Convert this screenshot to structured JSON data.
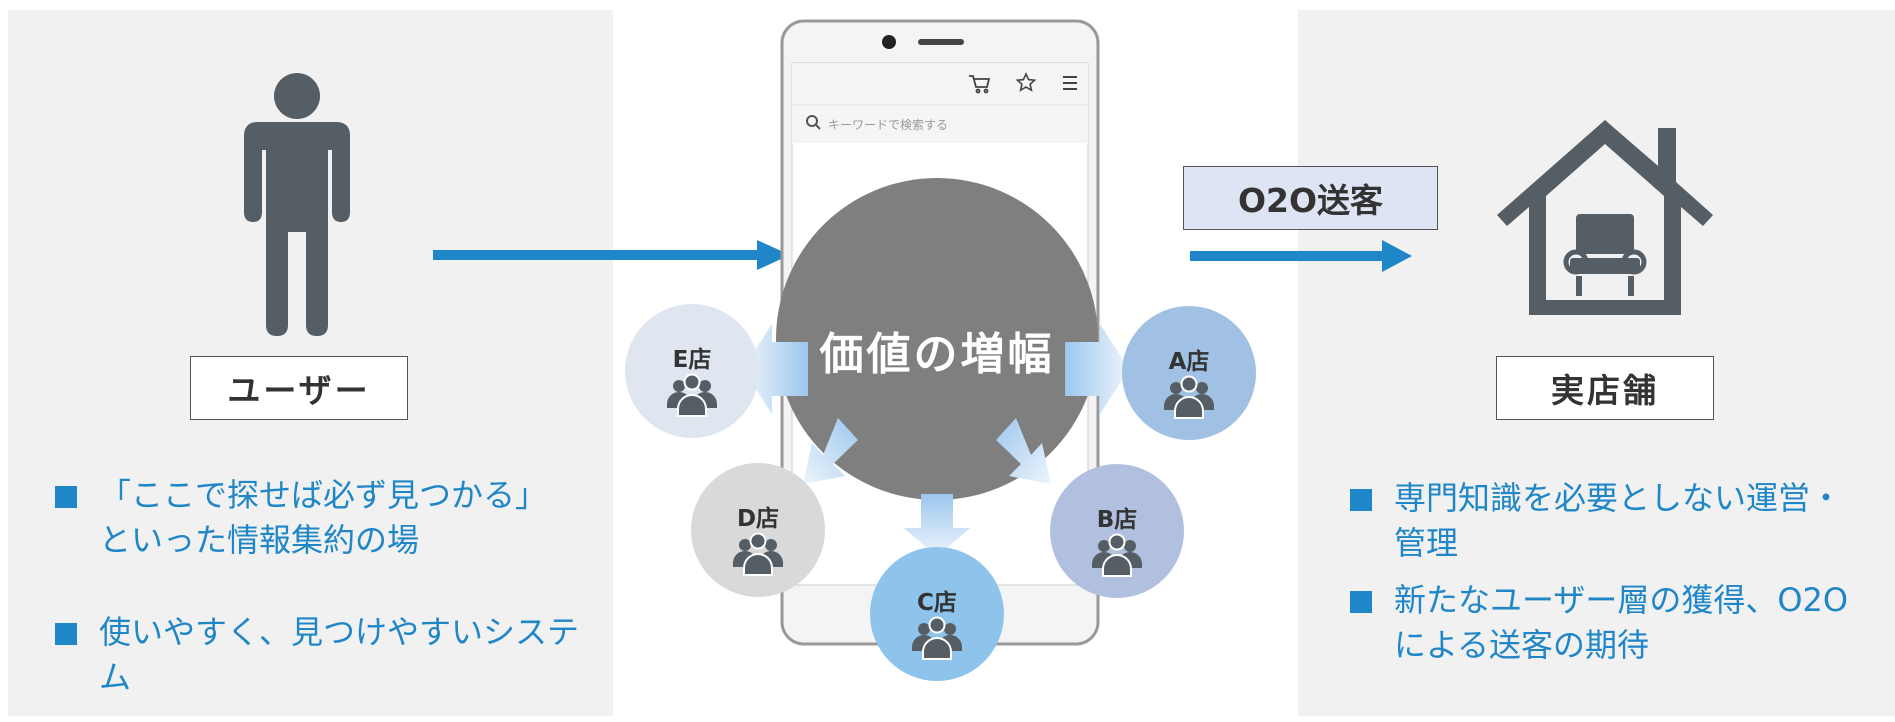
{
  "left": {
    "user_label": "ユーザー",
    "bullets": [
      {
        "lines": [
          "「ここで探せば必ず見つかる」",
          "といった情報集約の場"
        ]
      },
      {
        "lines": [
          "使いやすく、見つけやすいシステム"
        ]
      }
    ]
  },
  "phone": {
    "search_placeholder": "キーワードで検索する",
    "center_label": "価値の増幅"
  },
  "stores": [
    {
      "label": "E店",
      "color": "#dfe6f0"
    },
    {
      "label": "D店",
      "color": "#d9d9d9"
    },
    {
      "label": "C店",
      "color": "#8ec4ec"
    },
    {
      "label": "B店",
      "color": "#b2c0e0"
    },
    {
      "label": "A店",
      "color": "#a0c1e3"
    }
  ],
  "right": {
    "o2o_label": "O2O送客",
    "store_label": "実店舗",
    "bullets": [
      {
        "lines": [
          "専門知識を必要としない運営・",
          "管理"
        ]
      },
      {
        "lines": [
          "新たなユーザー層の獲得、O2O",
          "による送客の期待"
        ]
      }
    ]
  },
  "colors": {
    "accent_blue": "#1f86c8",
    "icon_gray": "#555e64",
    "circle_gray": "#7f7f7f"
  }
}
